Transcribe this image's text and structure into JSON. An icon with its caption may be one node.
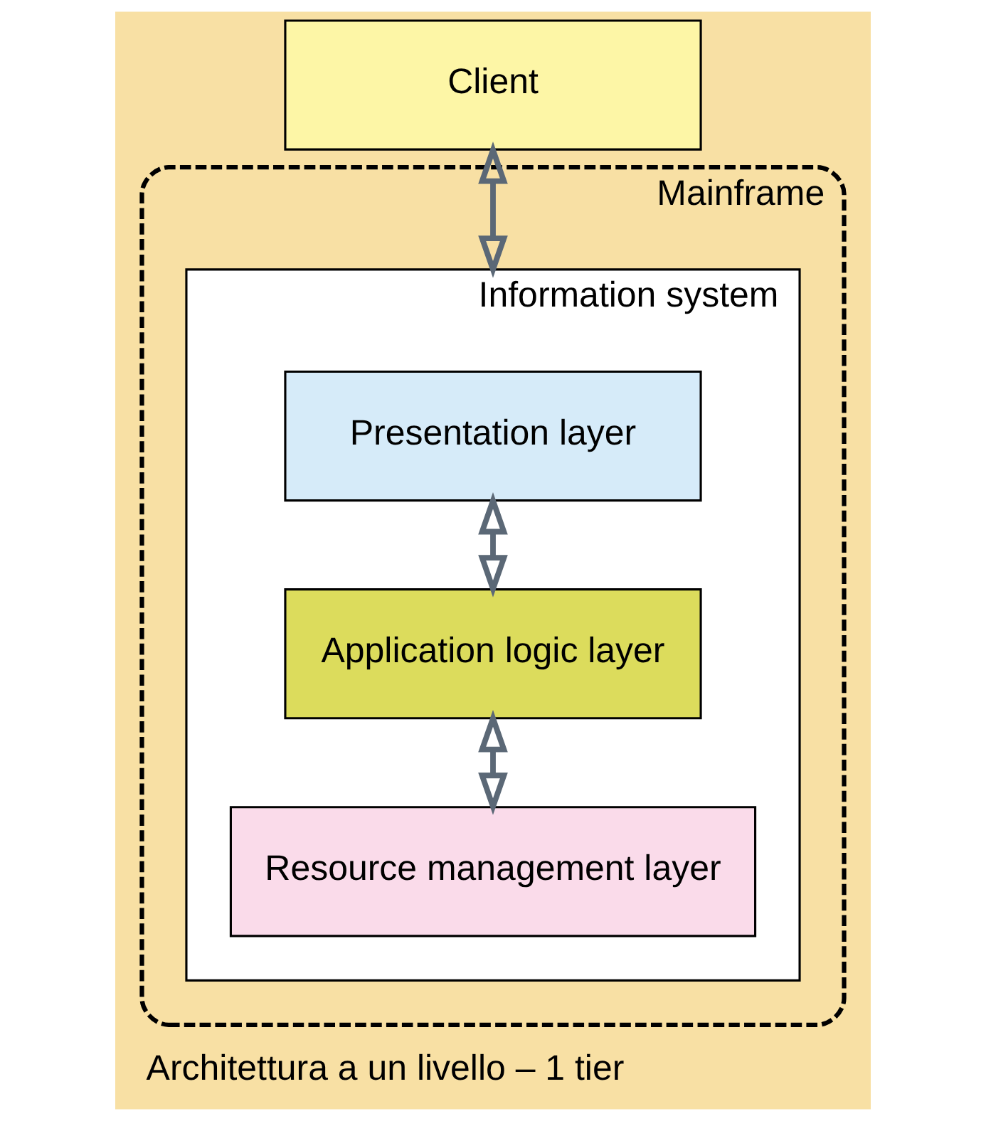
{
  "diagram": {
    "caption": "Architettura a un livello – 1 tier",
    "nodes": [
      {
        "text": [
          "Client"
        ]
      },
      {
        "text": [
          "Mainframe"
        ]
      },
      {
        "text": [
          "Information system"
        ],
        "in": 1
      },
      {
        "text": [
          "Presentation layer"
        ],
        "in": 2
      },
      {
        "text": [
          "Application logic layer"
        ],
        "in": 2
      },
      {
        "text": [
          "Resource management layer"
        ],
        "in": 2
      }
    ],
    "edges": [
      {
        "from": 0,
        "to": 2,
        "arrow": "both"
      },
      {
        "from": 3,
        "to": 4,
        "arrow": "both"
      },
      {
        "from": 4,
        "to": 5,
        "arrow": "both"
      }
    ]
  }
}
